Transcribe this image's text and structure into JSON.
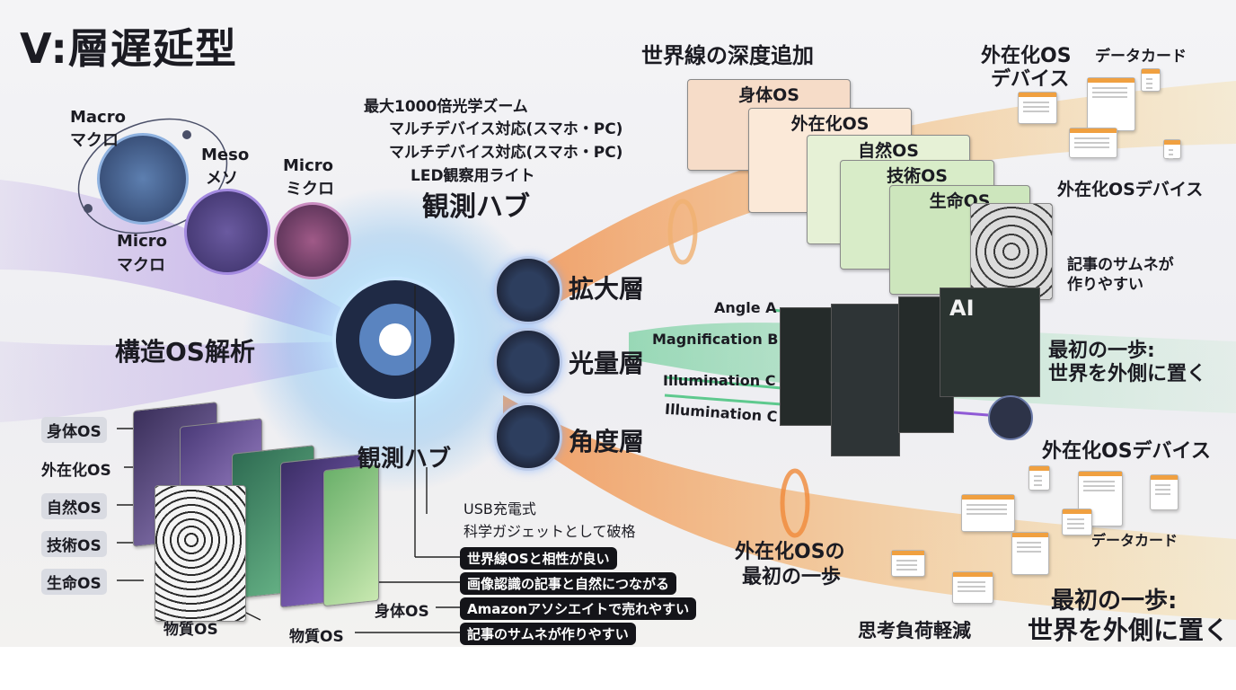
{
  "title": "V:層遅延型",
  "scales": {
    "macro": {
      "en": "Macro",
      "ja": "マクロ"
    },
    "meso": {
      "en": "Meso",
      "ja": "メソ"
    },
    "micro": {
      "en": "Micro",
      "ja": "ミクロ"
    },
    "micro_macro": {
      "en": "Micro",
      "ja": "マクロ"
    }
  },
  "hub_features": [
    "最大1000倍光学ズーム",
    "マルチデバイス対応(スマホ・PC)",
    "マルチデバイス対応(スマホ・PC)",
    "LED観察用ライト"
  ],
  "hub_title": "観測ハブ",
  "hub_label_lower": "観測ハブ",
  "structure_label": "構造OS解析",
  "os_tags": [
    "身体OS",
    "外在化OS",
    "自然OS",
    "技術OS",
    "生命OS"
  ],
  "matter_label_left": "物質OS",
  "matter_label_mid": "物質OS",
  "body_os_label": "身体OS",
  "layers": [
    "拡大層",
    "光量層",
    "角度層"
  ],
  "usb_lines": [
    "USB充電式",
    "科学ガジェットとして破格"
  ],
  "feature_pills": [
    "世界線OSと相性が良い",
    "画像認識の記事と自然につながる",
    "Amazonアソシエイトで売れやすい",
    "記事のサムネが作りやすい"
  ],
  "depth_title": "世界線の深度追加",
  "depth_cards": [
    "身体OS",
    "外在化OS",
    "自然OS",
    "技術OS",
    "生命OS"
  ],
  "device_title": "外在化OS\nデバイス",
  "device_title_l1": "外在化OS",
  "device_title_l2": "デバイス",
  "data_card_top": "データカード",
  "device_label_mid": "外在化OSデバイス",
  "thumbnail_note": [
    "記事のサムネが",
    "作りやすい"
  ],
  "params": [
    "Angle A",
    "Magnification B",
    "Illumination C",
    "Illumination C"
  ],
  "ai_badge": "AI",
  "first_step_mid": [
    "最初の一歩:",
    "世界を外側に置く"
  ],
  "device_label_low": "外在化OSデバイス",
  "data_card_low": "データカード",
  "ext_first_step": [
    "外在化OSの",
    "最初の一歩"
  ],
  "load_reduction": "思考負荷軽減",
  "first_step_bottom": [
    "最初の一歩:",
    "世界を外側に置く"
  ],
  "colors": {
    "purple": "#8f5ad6",
    "orange": "#f39a3a",
    "green": "#6fc48a",
    "blue": "#5b86c8",
    "hub_glow": "#9fd8ff"
  }
}
